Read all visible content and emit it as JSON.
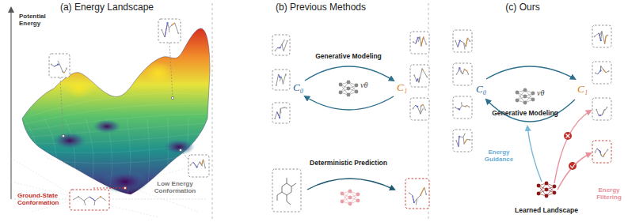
{
  "diagram": {
    "labels": [
      "(a) Energy Landscape",
      "(b) Previous Methods",
      "(c) Ours",
      "Potential Energy",
      "Ground-State Conformation",
      "Low Energy Conformation",
      "Generative Modeling",
      "C₀",
      "vθ",
      "C₁",
      "Deterministic Prediction",
      "Generative Modeling",
      "C₀",
      "vθ",
      "C₁",
      "Energy Guidance",
      "Learned Landscape",
      "Energy Filtering"
    ]
  }
}
